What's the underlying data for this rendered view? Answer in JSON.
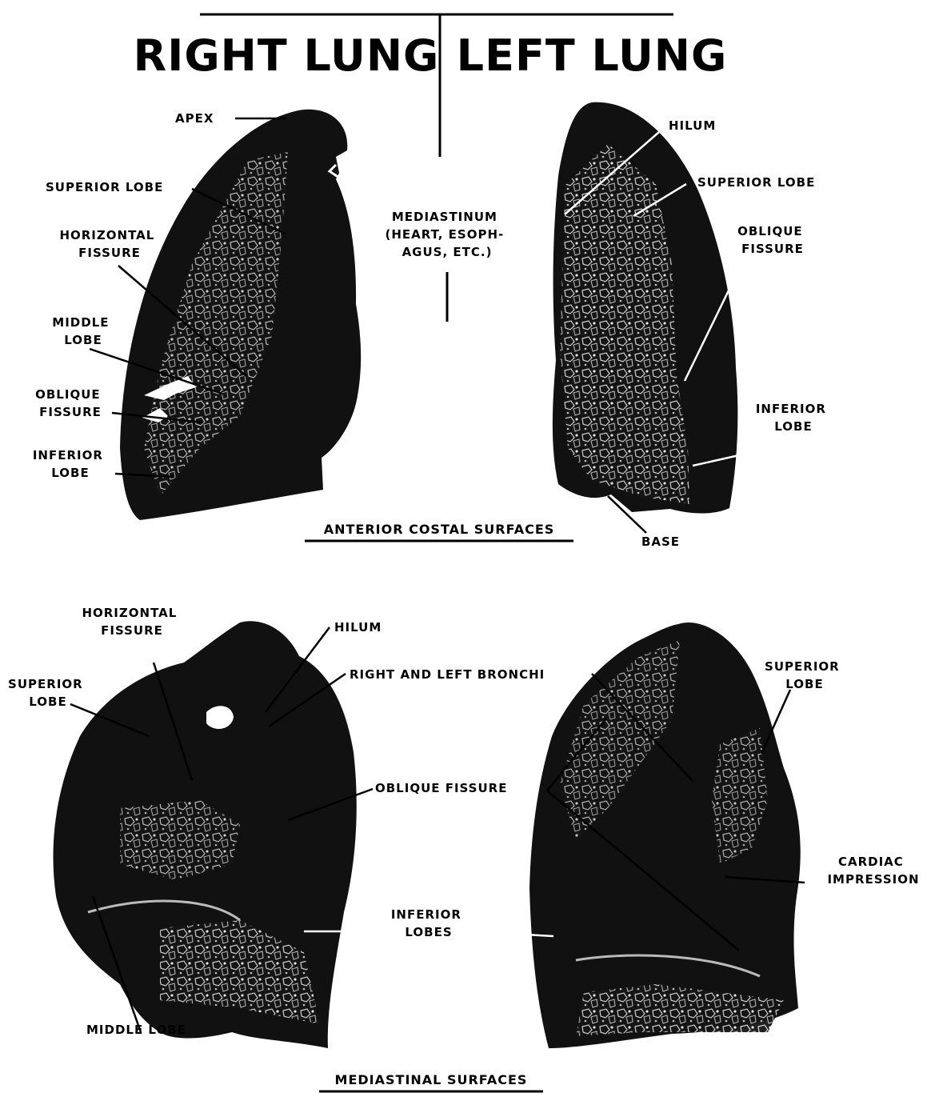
{
  "headings": {
    "right": "RIGHT LUNG",
    "left": "LEFT LUNG"
  },
  "captions": {
    "top": "ANTERIOR COSTAL SURFACES",
    "bottom": "MEDIASTINAL SURFACES"
  },
  "labels": {
    "apex": "APEX",
    "superior_lobe_r": "SUPERIOR LOBE",
    "horizontal_fissure_r": [
      "HORIZONTAL",
      "FISSURE"
    ],
    "middle_lobe_r": [
      "MIDDLE",
      "LOBE"
    ],
    "oblique_fissure_r": [
      "OBLIQUE",
      "FISSURE"
    ],
    "inferior_lobe_r": [
      "INFERIOR",
      "LOBE"
    ],
    "mediastinum": [
      "MEDIASTINUM",
      "(HEART, ESOPH-",
      "AGUS, ETC.)"
    ],
    "hilum_l": "HILUM",
    "superior_lobe_l": "SUPERIOR LOBE",
    "oblique_fissure_l": [
      "OBLIQUE",
      "FISSURE"
    ],
    "inferior_lobe_l": [
      "INFERIOR",
      "LOBE"
    ],
    "base": "BASE",
    "horizontal_fissure_m": [
      "HORIZONTAL",
      "FISSURE"
    ],
    "superior_lobe_m": [
      "SUPERIOR",
      "LOBE"
    ],
    "hilum_m": "HILUM",
    "bronchi": "RIGHT AND LEFT BRONCHI",
    "oblique_fissure_m": "OBLIQUE FISSURE",
    "superior_lobe_ml": [
      "SUPERIOR",
      "LOBE"
    ],
    "cardiac_impression": [
      "CARDIAC",
      "IMPRESSION"
    ],
    "inferior_lobes": [
      "INFERIOR",
      "LOBES"
    ],
    "middle_lobe_m": "MIDDLE LOBE"
  }
}
